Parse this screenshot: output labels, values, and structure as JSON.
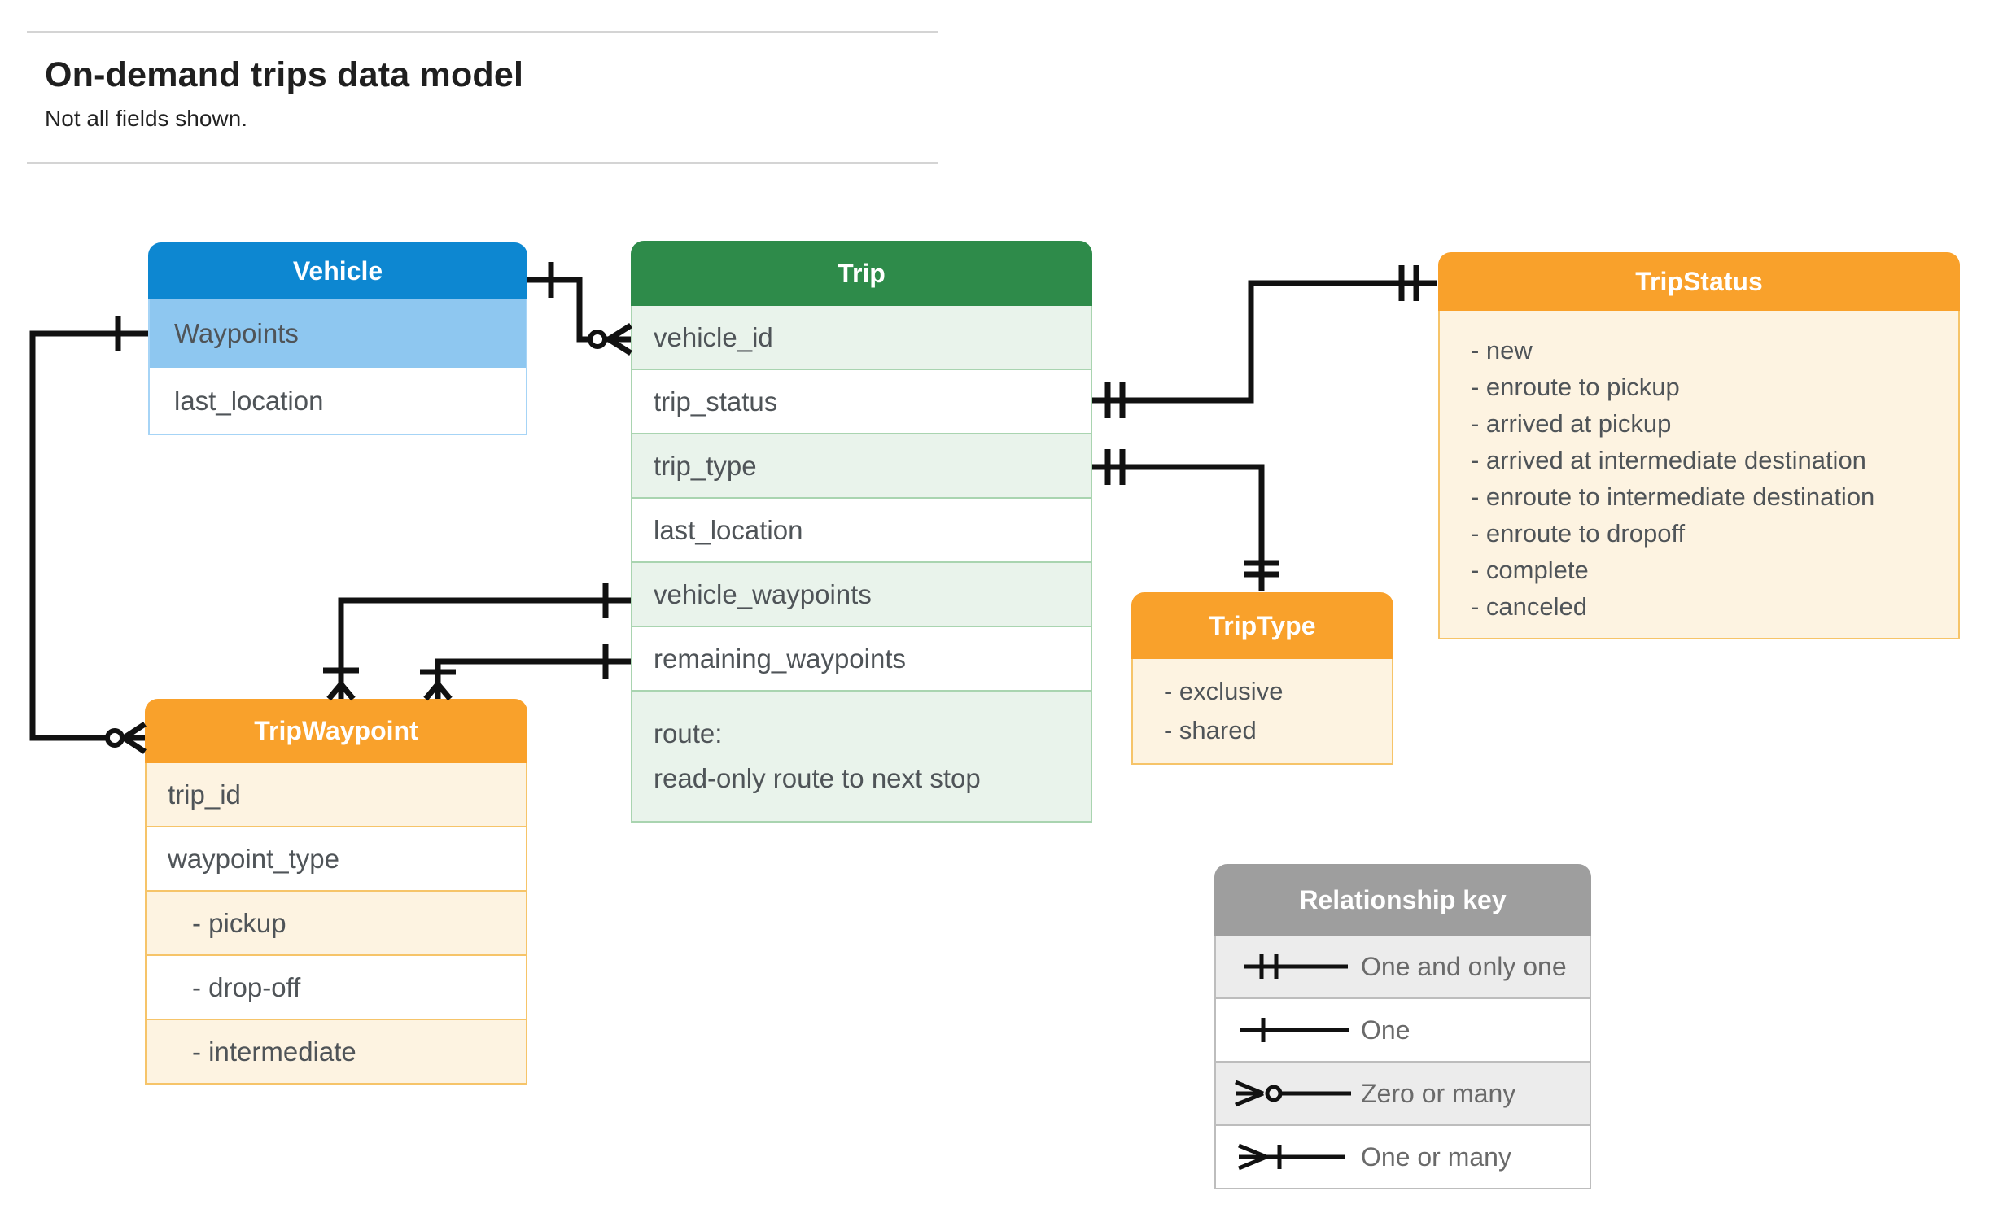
{
  "page": {
    "title": "On-demand trips data model",
    "subtitle": "Not all fields shown."
  },
  "entities": {
    "vehicle": {
      "title": "Vehicle",
      "fields": [
        "Waypoints",
        "last_location"
      ]
    },
    "trip": {
      "title": "Trip",
      "fields": [
        "vehicle_id",
        "trip_status",
        "trip_type",
        "last_location",
        "vehicle_waypoints",
        "remaining_waypoints"
      ],
      "route_line1": "route:",
      "route_line2": "read-only route to next stop"
    },
    "tripstatus": {
      "title": "TripStatus",
      "values": [
        "- new",
        "- enroute to pickup",
        "- arrived at pickup",
        "- arrived at intermediate destination",
        "- enroute to intermediate destination",
        "- enroute to dropoff",
        "- complete",
        "- canceled"
      ]
    },
    "triptype": {
      "title": "TripType",
      "values": [
        "- exclusive",
        "- shared"
      ]
    },
    "tripwaypoint": {
      "title": "TripWaypoint",
      "fields": [
        "trip_id",
        "waypoint_type",
        "- pickup",
        "- drop-off",
        "- intermediate"
      ]
    }
  },
  "legend": {
    "title": "Relationship key",
    "items": [
      {
        "symbol": "one-and-only-one",
        "label": "One and only one"
      },
      {
        "symbol": "one",
        "label": "One"
      },
      {
        "symbol": "zero-or-many",
        "label": "Zero or many"
      },
      {
        "symbol": "one-or-many",
        "label": "One or many"
      }
    ]
  },
  "colors": {
    "vehicle_header": "#0d87d1",
    "vehicle_highlight_row": "#8ec7f0",
    "trip_header": "#2e8b4a",
    "trip_row": "#e9f3eb",
    "orange_header": "#f9a12b",
    "orange_row": "#fdf3e1",
    "key_header": "#9e9e9e",
    "key_row": "#ececec",
    "connector": "#111111"
  }
}
